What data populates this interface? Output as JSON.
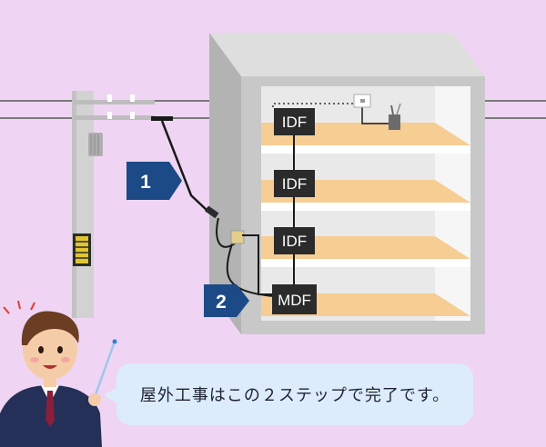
{
  "diagram": {
    "equipment": [
      {
        "id": "idf-1",
        "label": "IDF"
      },
      {
        "id": "idf-2",
        "label": "IDF"
      },
      {
        "id": "idf-3",
        "label": "IDF"
      },
      {
        "id": "mdf",
        "label": "MDF"
      }
    ],
    "steps": [
      {
        "id": "step-1",
        "label": "1"
      },
      {
        "id": "step-2",
        "label": "2"
      }
    ],
    "speech_text": "屋外工事はこの２ステップで完了です。"
  },
  "colors": {
    "background": "#efd5f3",
    "building": "#c8c8c8",
    "floor": "#f6cd92",
    "equipment_box": "#2b2b2b",
    "step_badge": "#1b4a86",
    "speech_bubble": "#dcecfb"
  }
}
